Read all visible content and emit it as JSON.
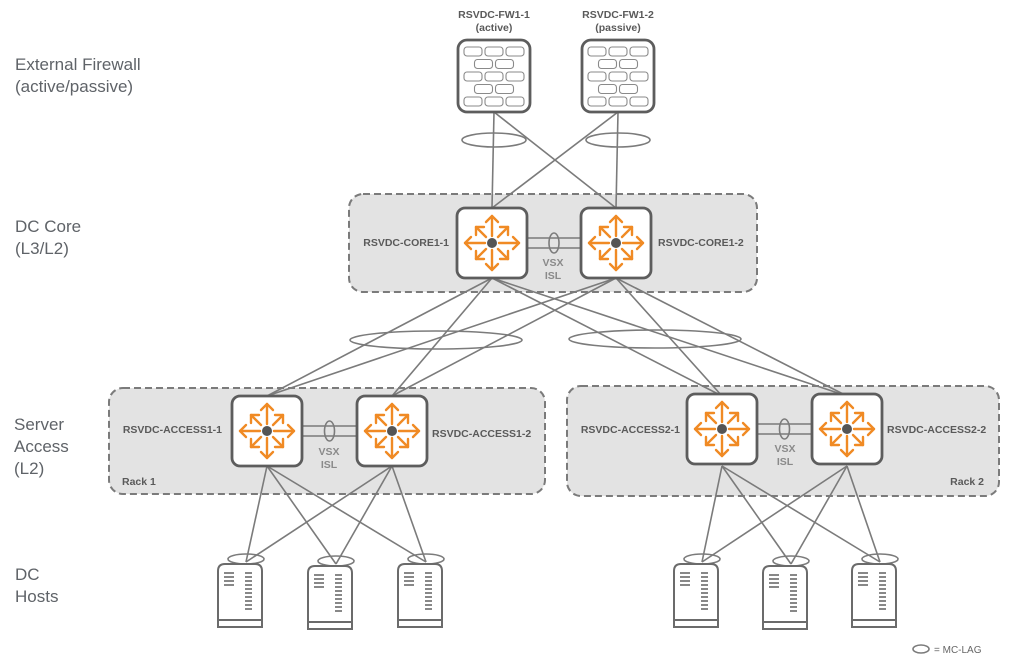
{
  "tiers": [
    {
      "id": "firewall",
      "lines": [
        "External Firewall",
        "(active/passive)"
      ]
    },
    {
      "id": "core",
      "lines": [
        "DC Core",
        "(L3/L2)"
      ]
    },
    {
      "id": "access",
      "lines": [
        "Server",
        "Access",
        "(L2)"
      ]
    },
    {
      "id": "hosts",
      "lines": [
        "DC",
        "Hosts"
      ]
    }
  ],
  "firewalls": [
    {
      "name": "RSVDC-FW1-1",
      "role": "(active)"
    },
    {
      "name": "RSVDC-FW1-2",
      "role": "(passive)"
    }
  ],
  "core": {
    "switches": [
      "RSVDC-CORE1-1",
      "RSVDC-CORE1-2"
    ],
    "isl": [
      "VSX",
      "ISL"
    ]
  },
  "racks": [
    {
      "label": "Rack 1",
      "switches": [
        "RSVDC-ACCESS1-1",
        "RSVDC-ACCESS1-2"
      ],
      "isl": [
        "VSX",
        "ISL"
      ],
      "hosts": 3
    },
    {
      "label": "Rack 2",
      "switches": [
        "RSVDC-ACCESS2-1",
        "RSVDC-ACCESS2-2"
      ],
      "isl": [
        "VSX",
        "ISL"
      ],
      "hosts": 3
    }
  ],
  "legend": {
    "symbol": "mc-lag-ellipse-icon",
    "label": "= MC-LAG"
  },
  "colors": {
    "accent": "#f08a24",
    "line": "#7b7b7b",
    "zone": "#e3e3e3"
  }
}
